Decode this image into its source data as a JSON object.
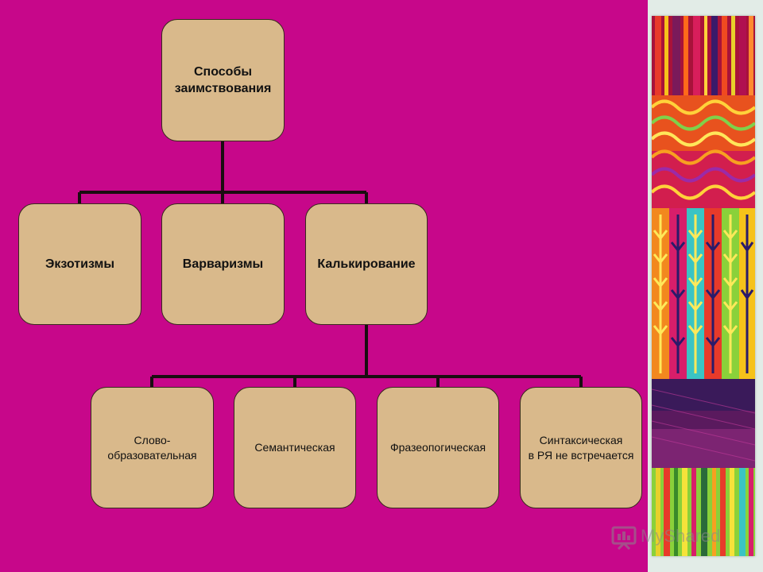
{
  "diagram": {
    "root": "Способы\nзаимствования",
    "level1": [
      "Экзотизмы",
      "Варваризмы",
      "Калькирование"
    ],
    "level2": [
      "Слово-\nобразовательная",
      "Семантическая",
      "Фразеопогическая",
      "Синтаксическая\nв РЯ не встречается"
    ]
  },
  "watermark": {
    "text": "MyShared"
  },
  "colors": {
    "background": "#c7078a",
    "box": "#d9b98b",
    "line": "#1a0d10"
  }
}
